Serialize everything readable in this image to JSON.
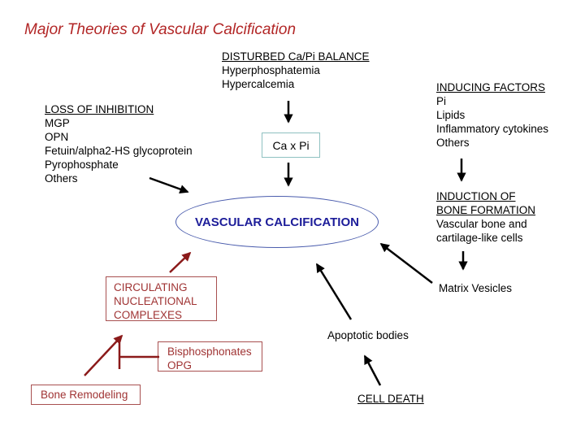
{
  "title": "Major Theories of Vascular Calcification",
  "diagram": {
    "disturbed_balance": {
      "heading": "DISTURBED Ca/Pi BALANCE",
      "items": [
        "Hyperphosphatemia",
        "Hypercalcemia"
      ]
    },
    "inducing_factors": {
      "heading": "INDUCING FACTORS",
      "items": [
        "Pi",
        "Lipids",
        "Inflammatory cytokines",
        "Others"
      ]
    },
    "loss_of_inhibition": {
      "heading": "LOSS OF INHIBITION",
      "items": [
        "MGP",
        "OPN",
        "Fetuin/alpha2-HS glycoprotein",
        "Pyrophosphate",
        "Others"
      ]
    },
    "induction_bone_formation": {
      "heading_lines": [
        "INDUCTION OF",
        "BONE FORMATION"
      ],
      "body_lines": [
        "Vascular bone and",
        "cartilage-like cells"
      ]
    },
    "ca_x_pi": {
      "label": "Ca x Pi"
    },
    "vascular_calcification": {
      "label": "VASCULAR CALCIFICATION"
    },
    "circulating_complexes": {
      "lines": [
        "CIRCULATING",
        "NUCLEATIONAL",
        "COMPLEXES"
      ]
    },
    "bisphosphonates": {
      "lines": [
        "Bisphosphonates",
        "OPG"
      ]
    },
    "bone_remodeling": {
      "label": "Bone Remodeling"
    },
    "matrix_vesicles": {
      "label": "Matrix Vesicles"
    },
    "apoptotic_bodies": {
      "label": "Apoptotic bodies"
    },
    "cell_death": {
      "label": "CELL DEATH"
    }
  },
  "colors": {
    "title_red": "#b22626",
    "red_box_text": "#a03434",
    "red_box_border": "#a85050",
    "red_arrow": "#8b1a1a",
    "navy_text": "#1c1c99",
    "ellipse_border": "#4a5cad",
    "ca_pi_border": "#8fc1c1",
    "black": "#000000",
    "background": "#ffffff"
  }
}
